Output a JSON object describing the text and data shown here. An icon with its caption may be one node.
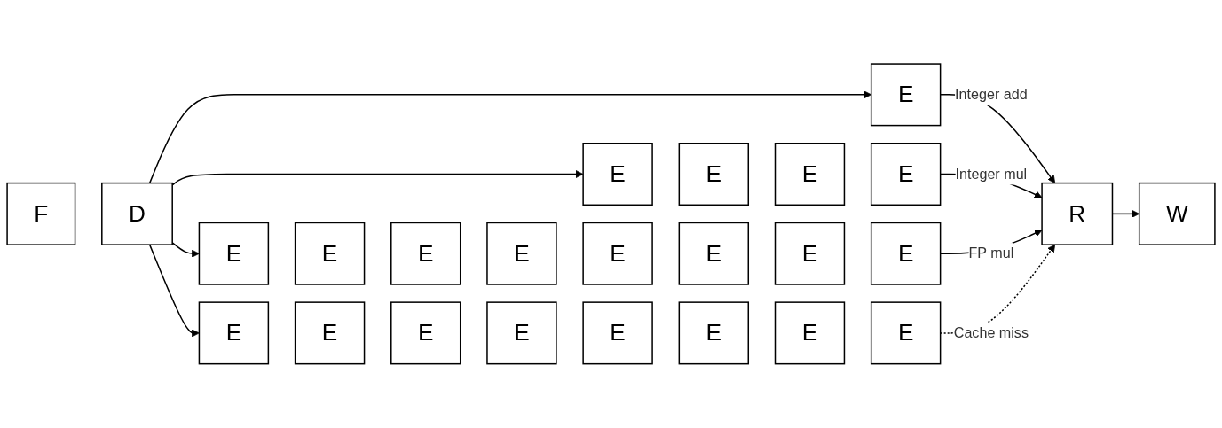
{
  "diagram": {
    "nodes": [
      {
        "text": [
          "F"
        ]
      },
      {
        "text": [
          "D"
        ]
      },
      {
        "text": [
          "E"
        ]
      },
      {
        "text": [
          "E"
        ]
      },
      {
        "text": [
          "E"
        ]
      },
      {
        "text": [
          "E"
        ]
      },
      {
        "text": [
          "E"
        ]
      },
      {
        "text": [
          "E"
        ]
      },
      {
        "text": [
          "E"
        ]
      },
      {
        "text": [
          "E"
        ]
      },
      {
        "text": [
          "E"
        ]
      },
      {
        "text": [
          "E"
        ]
      },
      {
        "text": [
          "E"
        ]
      },
      {
        "text": [
          "E"
        ]
      },
      {
        "text": [
          "E"
        ]
      },
      {
        "text": [
          "E"
        ]
      },
      {
        "text": [
          "E"
        ]
      },
      {
        "text": [
          "E"
        ]
      },
      {
        "text": [
          "E"
        ]
      },
      {
        "text": [
          "E"
        ]
      },
      {
        "text": [
          "E"
        ]
      },
      {
        "text": [
          "E"
        ]
      },
      {
        "text": [
          "E"
        ]
      },
      {
        "text": [
          "R"
        ]
      },
      {
        "text": [
          "W"
        ]
      }
    ],
    "edges": [
      {
        "from": 1,
        "to": 2,
        "arrow": "to"
      },
      {
        "from": 1,
        "to": 3,
        "arrow": "to"
      },
      {
        "from": 1,
        "to": 7,
        "arrow": "to"
      },
      {
        "from": 1,
        "to": 15,
        "arrow": "to"
      },
      {
        "from": 2,
        "to": 23,
        "arrow": "to",
        "label": "Integer add"
      },
      {
        "from": 6,
        "to": 23,
        "arrow": "to",
        "label": "Integer mul"
      },
      {
        "from": 14,
        "to": 23,
        "arrow": "to",
        "label": "FP mul"
      },
      {
        "from": 22,
        "to": 23,
        "arrow": "to",
        "label": "Cache miss",
        "style": "dashed"
      },
      {
        "from": 23,
        "to": 24,
        "arrow": "to"
      }
    ]
  }
}
